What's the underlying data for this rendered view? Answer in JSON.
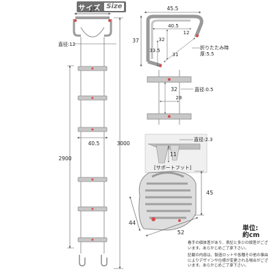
{
  "header": {
    "title_jp": "サイズ",
    "title_en": "Size"
  },
  "ladder": {
    "top_width": "27",
    "hook_diameter_label": "直径:12",
    "bar_width": "40.5",
    "length_2900": "2900",
    "length_3000": "3000"
  },
  "hook_detail": {
    "width": "45.5",
    "inner_width": "40.5",
    "hook_tip": "12",
    "height": "37",
    "depth": "32",
    "inner_depth": "33.5",
    "diag": "31",
    "folded_thickness_label": "折りたたみ時",
    "folded_thickness_value": "厚:5.5"
  },
  "rung_detail": {
    "spacing": "32",
    "rung_length": "28",
    "wire_diameter_label": "直径:0.5"
  },
  "foot_detail": {
    "diameter_label": "直径:2.3",
    "height": "11",
    "caption": "[サポートフット]"
  },
  "stored": {
    "height": "45",
    "depth": "44",
    "width": "52"
  },
  "unit": {
    "label": "単位:",
    "value": "約cm"
  },
  "notes": [
    "看手の個体差があり、表記と多少の誤差がございます。あらかじめご了承下さい。",
    "記載の内容は、製造ロットや各種その他の事由によりデザインや仕様が変更される場合がございます。あらかじめご了承下さい。"
  ],
  "colors": {
    "dim_line": "#555555",
    "metal": "#b9b9b9",
    "metal_dark": "#8a8a8a",
    "accent": "#d64b4b",
    "badge": "#6f6f6f"
  }
}
